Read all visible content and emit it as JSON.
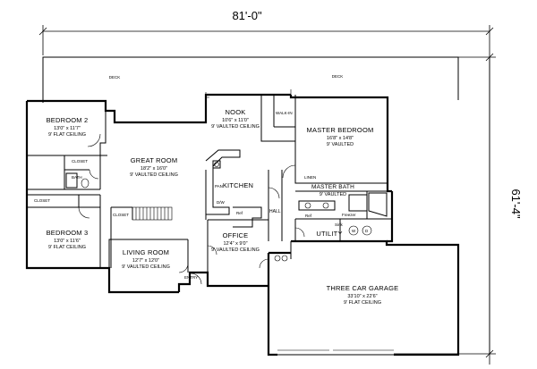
{
  "dimensions": {
    "width_label": "81'-0\"",
    "depth_label": "61'-4\""
  },
  "labels": {
    "deck_left": "DECK",
    "deck_right": "DECK",
    "closet_bed2": "CLOSET",
    "bath": "BATH",
    "closet_bed3": "CLOSET",
    "closet_hall": "CLOSET",
    "walk_in": "WALK-IN",
    "linen": "LINEN",
    "hall": "HALL",
    "entry": "ENTRY",
    "ref": "Ref",
    "ref2": "Ref",
    "pantry": "PAN",
    "freezer": "Freezer",
    "sink": "Sink",
    "dw": "D/W",
    "washer": "W",
    "dryer": "D"
  },
  "rooms": {
    "bedroom2": {
      "name": "BEDROOM 2",
      "size": "13'0\" x 11'7\"",
      "ceiling": "9' FLAT CEILING"
    },
    "bedroom3": {
      "name": "BEDROOM 3",
      "size": "13'0\" x 11'6\"",
      "ceiling": "9' FLAT CEILING"
    },
    "great_room": {
      "name": "GREAT ROOM",
      "size": "18'2\" x 16'0\"",
      "ceiling": "9' VAULTED CEILING"
    },
    "nook": {
      "name": "NOOK",
      "size": "10'6\" x 11'0\"",
      "ceiling": "9' VAULTED CEILING"
    },
    "kitchen": {
      "name": "KITCHEN"
    },
    "master_bedroom": {
      "name": "MASTER BEDROOM",
      "size": "16'8\" x 14'8\"",
      "ceiling": "9' VAULTED"
    },
    "master_bath": {
      "name": "MASTER BATH",
      "ceiling": "9' VAULTED"
    },
    "utility": {
      "name": "UTILITY"
    },
    "living_room": {
      "name": "LIVING ROOM",
      "size": "12'7\" x 12'0\"",
      "ceiling": "9' VAULTED CEILING"
    },
    "office": {
      "name": "OFFICE",
      "size": "12'4\" x 9'0\"",
      "ceiling": "9' VAULTED CEILING"
    },
    "garage": {
      "name": "THREE CAR GARAGE",
      "size": "33'10\" x 22'6\"",
      "ceiling": "9' FLAT CEILING"
    }
  }
}
